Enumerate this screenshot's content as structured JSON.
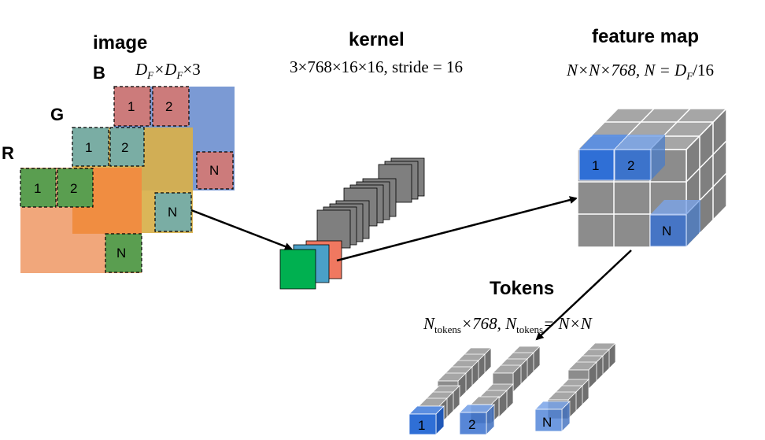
{
  "labels": {
    "image": "image",
    "kernel": "kernel",
    "feature_map": "feature map",
    "tokens": "Tokens",
    "channel_b": "B",
    "channel_g": "G",
    "channel_r": "R"
  },
  "formulas": {
    "image_dims_a": "D",
    "image_dims_sub": "F",
    "image_dims_b": "×D",
    "image_dims_c": "×3",
    "kernel": "3×768×16×16, stride = 16",
    "feature_map_a": "N×N×768,   N = D",
    "feature_map_sub": "F",
    "feature_map_b": "/16",
    "tokens_a": "N",
    "tokens_sub": "tokens",
    "tokens_b": "×768,  N",
    "tokens_c": "= N×N"
  },
  "patch_labels": {
    "one": "1",
    "two": "2",
    "last": "N"
  },
  "colors": {
    "blue_channel": "#7b9ad4",
    "gold_channel": "#d8b04a",
    "orange_channel": "#f0a070",
    "red_patch": "#cc7b7b",
    "teal_patch": "#7aada4",
    "green_patch": "#5a9e50",
    "kernel_gray": "#7f7f7f",
    "kernel_green": "#00b050",
    "kernel_blue": "#4aa0c8",
    "kernel_salmon": "#f07860",
    "cube_gray": "#8c8c8c",
    "token_blue": "#2f6fd6"
  }
}
